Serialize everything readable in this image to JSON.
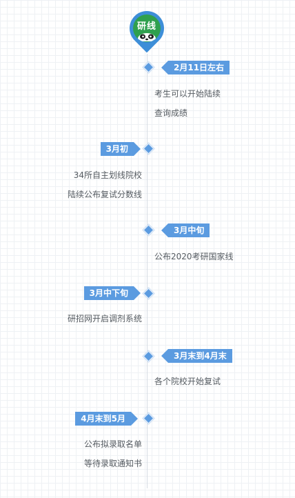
{
  "logo": {
    "text": "研线"
  },
  "colors": {
    "accent": "#5b9be0",
    "logo_green": "#2fa04e",
    "text": "#555b61"
  },
  "events": [
    {
      "date": "2月11日左右",
      "lines": [
        "考生可以开始陆续",
        "查询成绩"
      ],
      "side": "right"
    },
    {
      "date": "3月初",
      "lines": [
        "34所自主划线院校",
        "陆续公布复试分数线"
      ],
      "side": "left"
    },
    {
      "date": "3月中旬",
      "lines": [
        "公布2020考研国家线"
      ],
      "side": "right"
    },
    {
      "date": "3月中下旬",
      "lines": [
        "研招网开启调剂系统"
      ],
      "side": "left"
    },
    {
      "date": "3月末到4月末",
      "lines": [
        "各个院校开始复试"
      ],
      "side": "right"
    },
    {
      "date": "4月末到5月",
      "lines": [
        "公布拟录取名单",
        "等待录取通知书"
      ],
      "side": "left"
    }
  ]
}
